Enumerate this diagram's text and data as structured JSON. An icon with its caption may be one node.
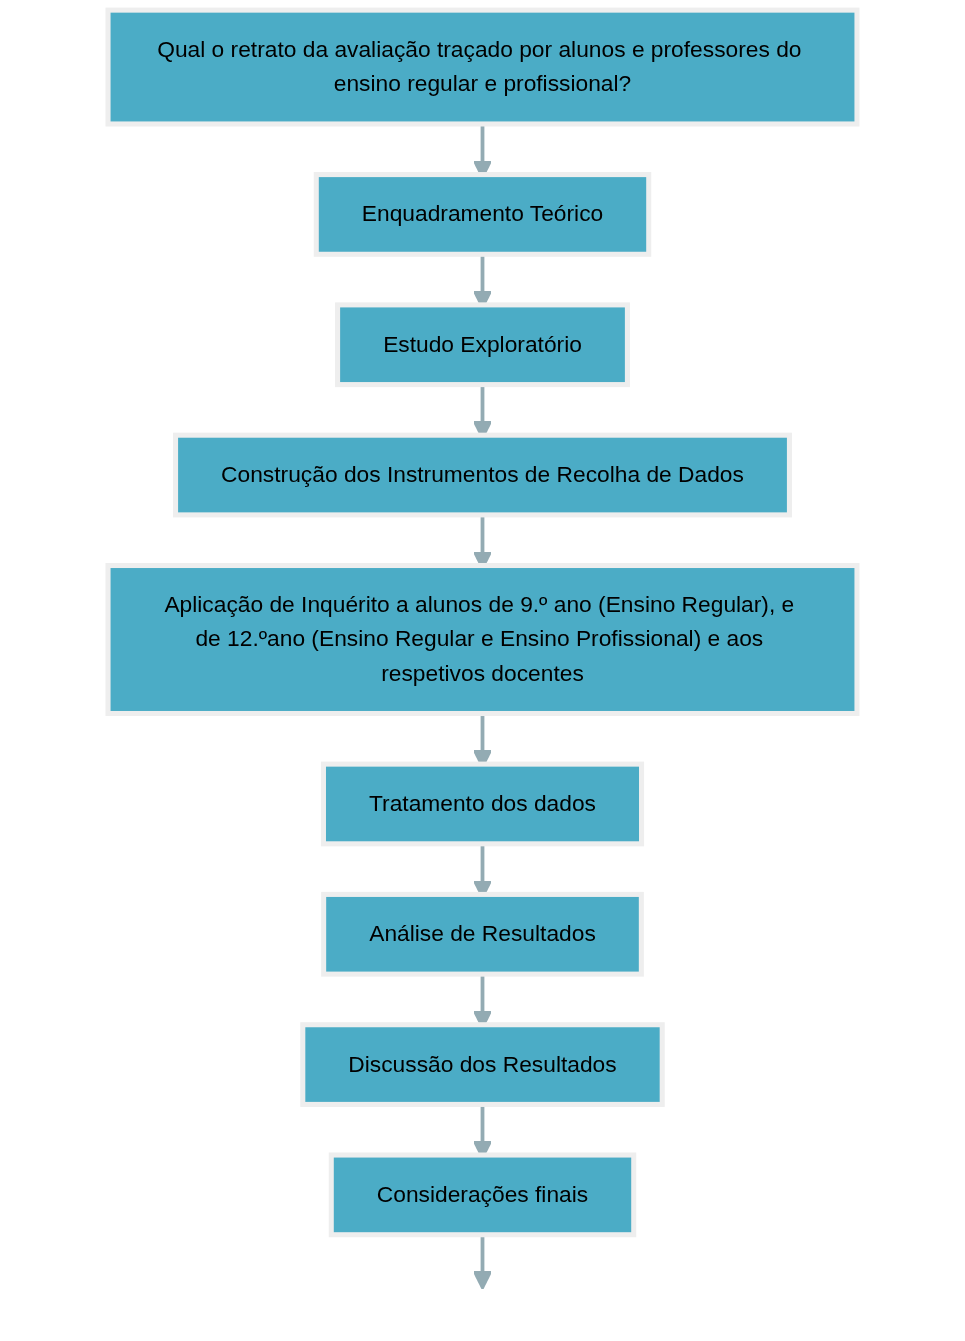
{
  "diagram": {
    "nodes": [
      {
        "text": [
          "Qual o retrato da avaliação traçado por alunos e professores do ensino regular e profissional?"
        ]
      },
      {
        "text": [
          "Enquadramento Teórico"
        ]
      },
      {
        "text": [
          "Estudo Exploratório"
        ]
      },
      {
        "text": [
          "Construção dos Instrumentos de Recolha de Dados"
        ]
      },
      {
        "text": [
          "Aplicação de Inquérito a alunos de 9.º ano (Ensino Regular), e de 12.ºano (Ensino Regular e Ensino Profissional) e aos respetivos docentes"
        ]
      },
      {
        "text": [
          "Tratamento dos dados"
        ]
      },
      {
        "text": [
          "Análise de Resultados"
        ]
      },
      {
        "text": [
          "Discussão dos Resultados"
        ]
      },
      {
        "text": [
          "Considerações finais"
        ]
      }
    ],
    "edges": [
      {
        "from": 0,
        "to": 1,
        "arrow": "to"
      },
      {
        "from": 1,
        "to": 2,
        "arrow": "to"
      },
      {
        "from": 2,
        "to": 3,
        "arrow": "to"
      },
      {
        "from": 3,
        "to": 4,
        "arrow": "to"
      },
      {
        "from": 4,
        "to": 5,
        "arrow": "to"
      },
      {
        "from": 5,
        "to": 6,
        "arrow": "to"
      },
      {
        "from": 6,
        "to": 7,
        "arrow": "to"
      },
      {
        "from": 7,
        "to": 8,
        "arrow": "to"
      },
      {
        "from": 8,
        "to": null,
        "arrow": "to"
      }
    ]
  }
}
